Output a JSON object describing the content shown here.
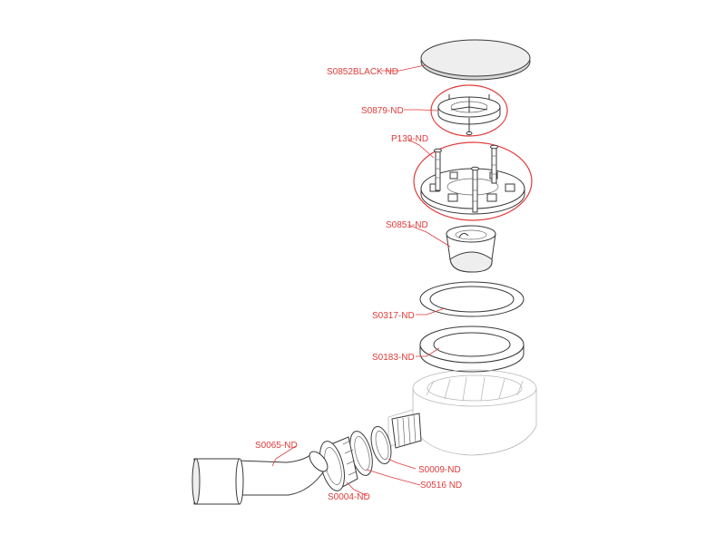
{
  "labels": {
    "cover": "S0852BLACK ND",
    "grate": "S0879-ND",
    "screws": "P139-ND",
    "insert": "S0851-ND",
    "gasket_thin": "S0317-ND",
    "gasket_thick": "S0183-ND",
    "pipe": "S0065-ND",
    "nut": "S0004-ND",
    "ring_a": "S0516 ND",
    "ring_b": "S0009-ND"
  },
  "colors": {
    "label": "#e03a3a",
    "line": "#3a3a3a",
    "highlight": "#e03a3a"
  }
}
